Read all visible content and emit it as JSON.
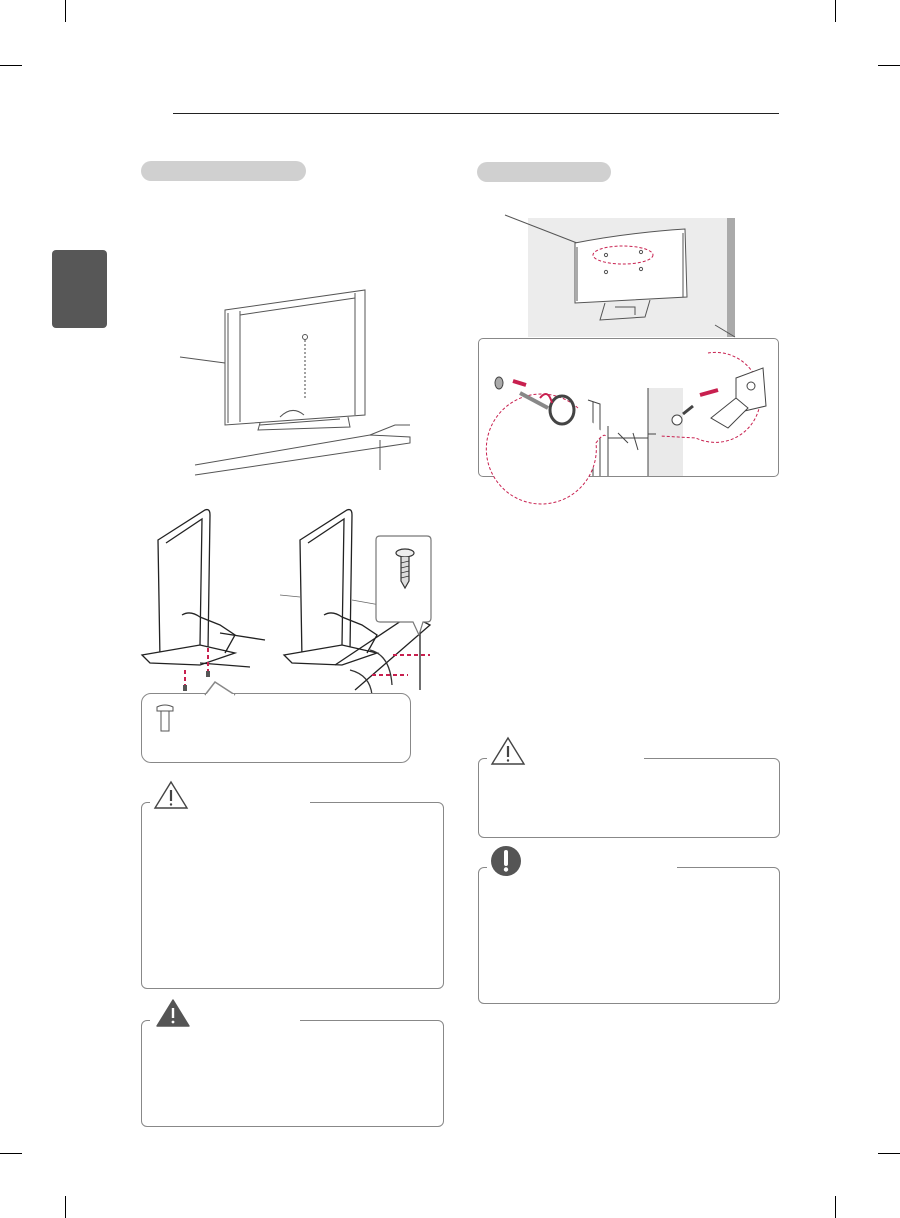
{
  "page": {
    "colors": {
      "section_tab": "#575757",
      "header_pill": "#d0d0d0",
      "accent_dashed": "#c8204f",
      "box_border": "#888888",
      "wall_background": "#ececec"
    }
  },
  "left_column": {
    "header_pill": {
      "icon": "none"
    },
    "figures": [
      {
        "name": "tv-on-table-screw-figure"
      },
      {
        "name": "tv-stand-fix-to-table-figure",
        "callout_icon": "screw-icon"
      },
      {
        "name": "bolt-callout",
        "icon": "bolt-icon"
      }
    ],
    "caution_box": {
      "icon": "caution-triangle-icon"
    },
    "warning_box": {
      "icon": "warning-filled-triangle-icon"
    }
  },
  "right_column": {
    "header_pill": {
      "icon": "none"
    },
    "figures": [
      {
        "name": "tv-against-wall-figure"
      },
      {
        "name": "eye-bolt-bracket-figure",
        "icons": [
          "eye-bolt-icon",
          "wall-bracket-icon"
        ]
      }
    ],
    "caution_box": {
      "icon": "caution-triangle-icon"
    },
    "note_box": {
      "icon": "note-exclamation-circle-icon"
    }
  }
}
